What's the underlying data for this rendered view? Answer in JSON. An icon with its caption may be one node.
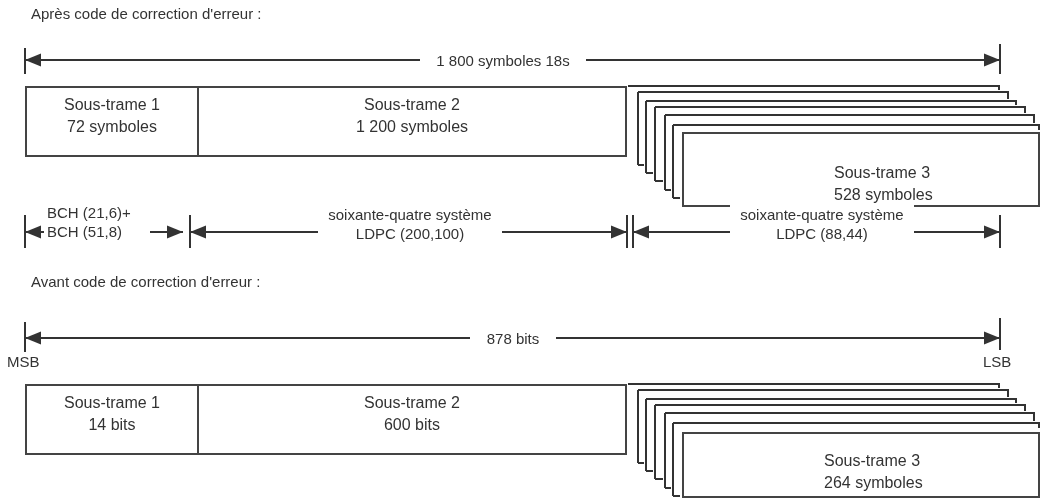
{
  "diagram": {
    "nodes": [
      {
        "text": [
          "Sous-trame 1",
          "72 symboles"
        ]
      },
      {
        "text": [
          "Sous-trame 2",
          "1 200 symboles"
        ]
      },
      {
        "text": [
          "Sous-trame 3",
          "528 symboles"
        ]
      },
      {
        "text": [
          "Sous-trame 1",
          "14 bits"
        ]
      },
      {
        "text": [
          "Sous-trame 2",
          "600 bits"
        ]
      },
      {
        "text": [
          "Sous-trame 3",
          "264 symboles"
        ]
      }
    ],
    "labels": [
      "Après code de correction d'erreur :",
      "1 800 symboles 18s",
      "BCH (21,6)+ BCH (51,8)",
      "soixante-quatre système LDPC (200,100)",
      "soixante-quatre système LDPC (88,44)",
      "Avant code de correction d'erreur :",
      "878 bits",
      "MSB",
      "LSB"
    ]
  }
}
